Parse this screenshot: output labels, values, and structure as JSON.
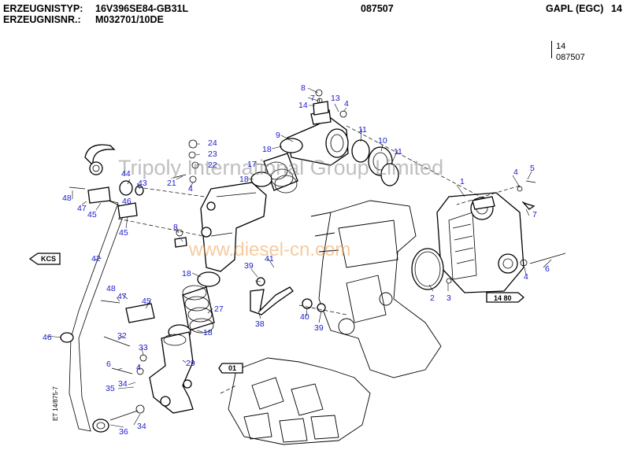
{
  "header": {
    "type_label": "ERZEUGNISTYP:",
    "type_value": "16V396SE84-GB31L",
    "number_label": "ERZEUGNISNR.:",
    "number_value": "M032701/10DE",
    "center_code": "087507",
    "right_title": "GAPL (EGC)",
    "right_page": "14",
    "sub_page": "14",
    "sub_code": "087507"
  },
  "watermark": {
    "company": "Tripoly International Group Limited",
    "website": "www.diesel-cn.com"
  },
  "references": {
    "kcs": "KCS",
    "ref_1480": "14 80",
    "ref_01": "01",
    "vertical_note": "ET 14/875-7"
  },
  "callouts": [
    "1",
    "2",
    "3",
    "4",
    "4",
    "4",
    "4",
    "4",
    "5",
    "6",
    "6",
    "7",
    "7",
    "8",
    "8",
    "9",
    "10",
    "11",
    "11",
    "13",
    "14",
    "17",
    "18",
    "18",
    "18",
    "18",
    "21",
    "22",
    "23",
    "24",
    "27",
    "29",
    "32",
    "33",
    "34",
    "34",
    "35",
    "36",
    "38",
    "39",
    "39",
    "40",
    "41",
    "42",
    "43",
    "44",
    "45",
    "45",
    "45",
    "46",
    "46",
    "47",
    "47",
    "48",
    "48"
  ]
}
